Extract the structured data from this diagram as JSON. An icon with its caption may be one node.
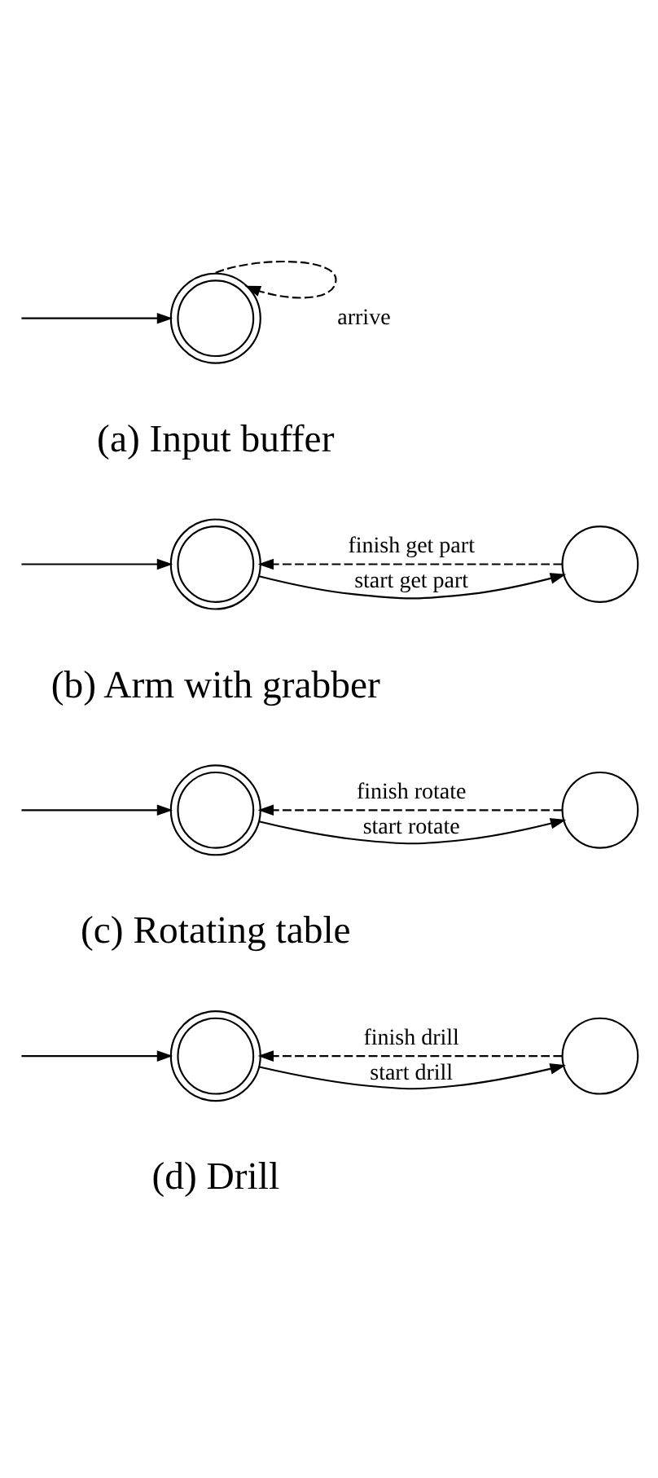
{
  "diagram": {
    "nodes": [
      {
        "text": [],
        "shape": "doublecircle",
        "beside": [
          "(a) Input buffer"
        ]
      },
      {
        "text": [],
        "shape": "doublecircle",
        "beside": [
          "(b) Arm with grabber"
        ]
      },
      {
        "text": [],
        "shape": "circle"
      },
      {
        "text": [],
        "shape": "doublecircle",
        "beside": [
          "(c) Rotating table"
        ]
      },
      {
        "text": [],
        "shape": "circle"
      },
      {
        "text": [],
        "shape": "doublecircle",
        "beside": [
          "(d) Drill"
        ]
      },
      {
        "text": [],
        "shape": "circle"
      }
    ],
    "edges": [
      {
        "from": null,
        "to": 0,
        "arrow": "to"
      },
      {
        "from": 0,
        "to": 0,
        "label": "arrive",
        "arrow": "to",
        "style": "dashed"
      },
      {
        "from": null,
        "to": 1,
        "arrow": "to"
      },
      {
        "from": 1,
        "to": 2,
        "label": "start get part",
        "arrow": "to"
      },
      {
        "from": 2,
        "to": 1,
        "label": "finish get part",
        "arrow": "to",
        "style": "dashed"
      },
      {
        "from": null,
        "to": 3,
        "arrow": "to"
      },
      {
        "from": 3,
        "to": 4,
        "label": "start rotate",
        "arrow": "to"
      },
      {
        "from": 4,
        "to": 3,
        "label": "finish rotate",
        "arrow": "to",
        "style": "dashed"
      },
      {
        "from": null,
        "to": 5,
        "arrow": "to"
      },
      {
        "from": 5,
        "to": 6,
        "label": "start drill",
        "arrow": "to"
      },
      {
        "from": 6,
        "to": 5,
        "label": "finish drill",
        "arrow": "to",
        "style": "dashed"
      }
    ]
  }
}
